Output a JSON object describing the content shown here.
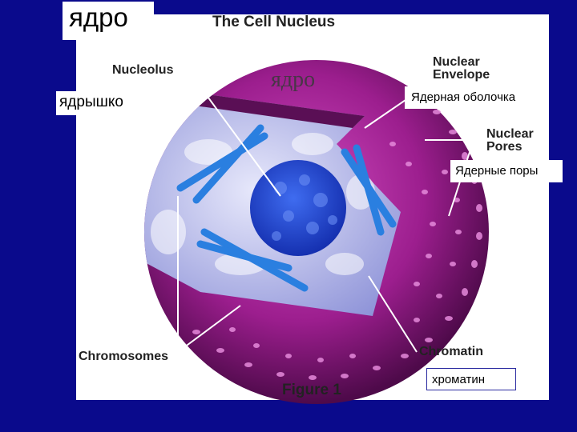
{
  "slide": {
    "title": "ядро",
    "labels_ru": {
      "nucleolus": "ядрышко",
      "envelope": "Ядерная оболочка",
      "pores": "Ядерные поры",
      "chromatin": "хроматин"
    }
  },
  "figure": {
    "title": "The Cell Nucleus",
    "caption": "Figure 1",
    "ghost_text": "ядро",
    "labels": {
      "nucleolus": "Nucleolus",
      "envelope": "Nuclear Envelope",
      "pores": "Nuclear Pores",
      "chromosomes": "Chromosomes",
      "chromatin": "Chromatin"
    }
  },
  "colors": {
    "background": "#0a0a8c",
    "envelope": "#9c1e8e",
    "interior": "#c9cbf0",
    "chromatin": "#1f46d6"
  }
}
